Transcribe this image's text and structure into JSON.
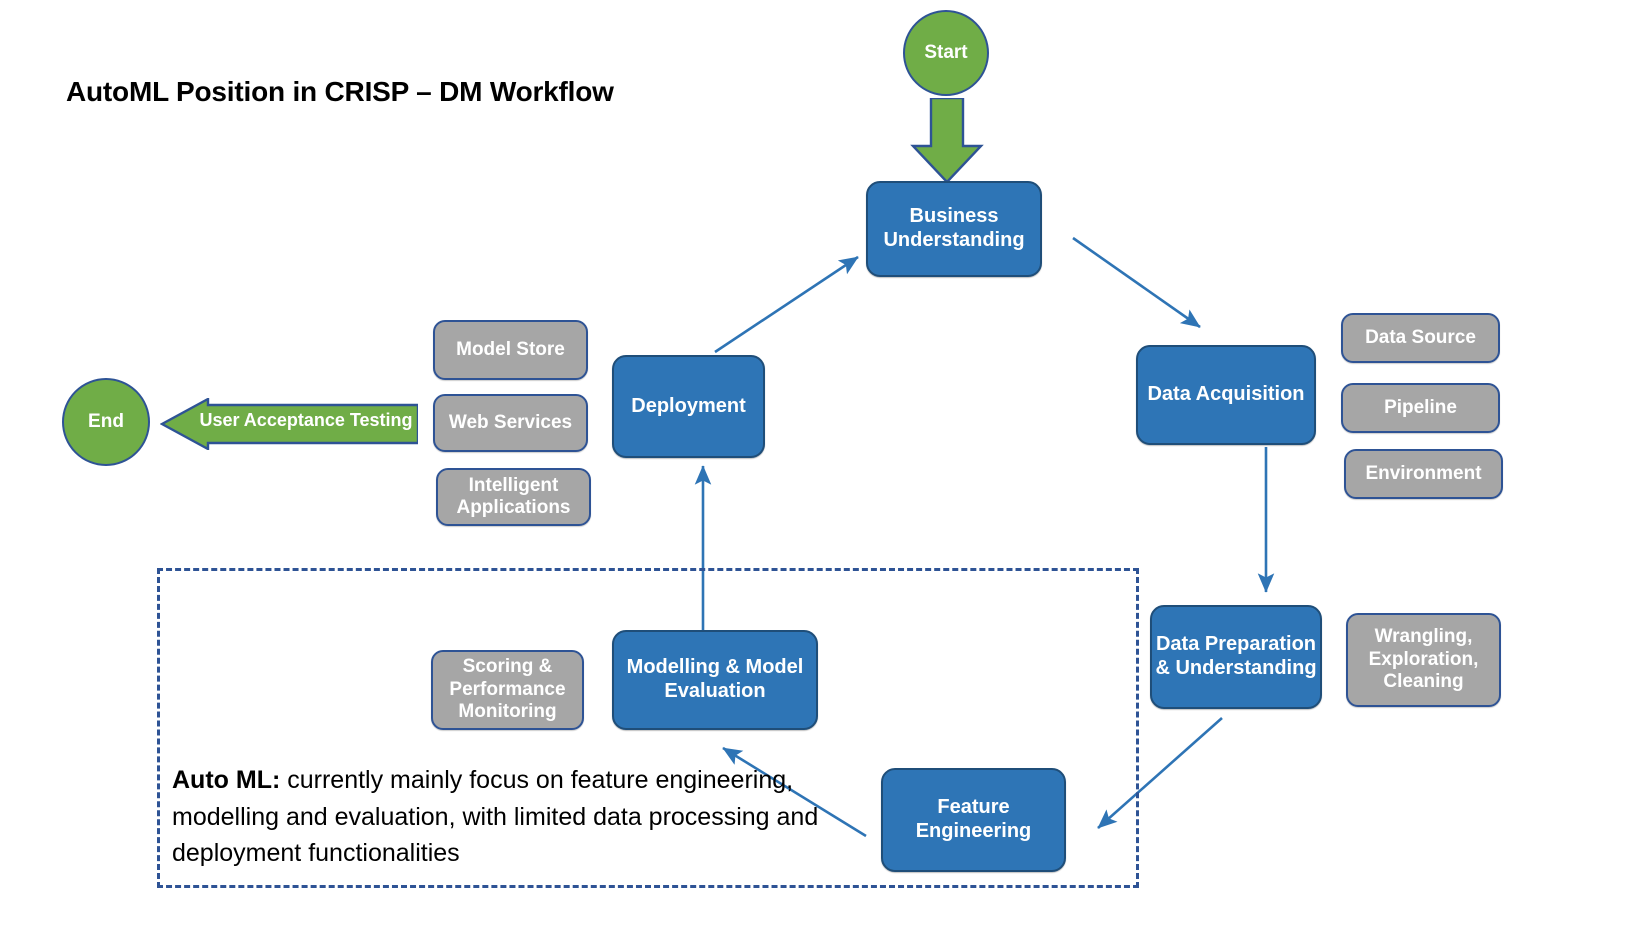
{
  "title": "AutoML Position in CRISP – DM Workflow",
  "colors": {
    "process_fill": "#2E75B6",
    "process_border": "#1F4E79",
    "aux_fill": "#A6A6A6",
    "aux_border": "#2E5395",
    "terminal_fill": "#70AD47",
    "connector": "#2E74B5",
    "dashed_border": "#2E5395",
    "text_on_shape": "#FFFFFF",
    "title_text": "#000000"
  },
  "terminals": {
    "start": "Start",
    "end": "End"
  },
  "process_nodes": [
    {
      "id": "business-understanding",
      "label": "Business\nUnderstanding"
    },
    {
      "id": "data-acquisition",
      "label": "Data Acquisition"
    },
    {
      "id": "data-preparation",
      "label": "Data Preparation\n& Understanding"
    },
    {
      "id": "feature-engineering",
      "label": "Feature\nEngineering"
    },
    {
      "id": "modelling-evaluation",
      "label": "Modelling & Model\nEvaluation"
    },
    {
      "id": "deployment",
      "label": "Deployment"
    }
  ],
  "aux_nodes": [
    {
      "id": "data-source",
      "label": "Data Source"
    },
    {
      "id": "pipeline",
      "label": "Pipeline"
    },
    {
      "id": "environment",
      "label": "Environment"
    },
    {
      "id": "wrangling",
      "label": "Wrangling,\nExploration,\nCleaning"
    },
    {
      "id": "scoring-monitoring",
      "label": "Scoring &\nPerformance\nMonitoring"
    },
    {
      "id": "model-store",
      "label": "Model Store"
    },
    {
      "id": "web-services",
      "label": "Web Services"
    },
    {
      "id": "intelligent-applications",
      "label": "Intelligent\nApplications"
    }
  ],
  "edge_labels": {
    "user_acceptance_testing": "User  Acceptance Testing"
  },
  "annotation": {
    "lead": "Auto ML:",
    "body": " currently mainly focus on feature engineering, modelling and evaluation, with limited data processing and deployment functionalities"
  }
}
